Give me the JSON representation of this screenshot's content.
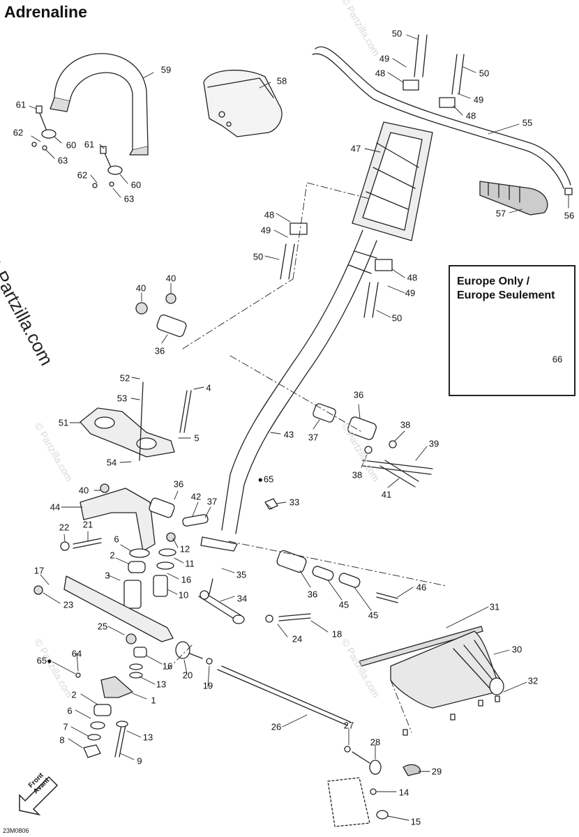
{
  "title": "Adrenaline",
  "watermark": "© Partzilla.com",
  "europe": {
    "line1": "Europe Only /",
    "line2": "Europe Seulement"
  },
  "front": {
    "line1": "Front",
    "line2": "Avant"
  },
  "diagram_code": "23M0806",
  "callouts": {
    "c59": "59",
    "c58": "58",
    "c61a": "61",
    "c62a": "62",
    "c60a": "60",
    "c63a": "63",
    "c61b": "61",
    "c62b": "62",
    "c60b": "60",
    "c63b": "63",
    "c50a": "50",
    "c49a": "49",
    "c48a": "48",
    "c50b": "50",
    "c49b": "49",
    "c48b": "48",
    "c55": "55",
    "c47": "47",
    "c57": "57",
    "c56": "56",
    "c48c": "48",
    "c49c": "49",
    "c50c": "50",
    "c48d": "48",
    "c49d": "49",
    "c50d": "50",
    "c40a": "40",
    "c40b": "40",
    "c36a": "36",
    "c66": "66",
    "c52": "52",
    "c53": "53",
    "c4": "4",
    "c51": "51",
    "c5": "5",
    "c54": "54",
    "c43": "43",
    "c36b": "36",
    "c37a": "37",
    "c38a": "38",
    "c39": "39",
    "c38b": "38",
    "c41": "41",
    "c40c": "40",
    "c36c": "36",
    "c44": "44",
    "c42": "42",
    "c37b": "37",
    "c65a": "65",
    "c33": "33",
    "c22": "22",
    "c21": "21",
    "c6a": "6",
    "c12": "12",
    "c2a": "2",
    "c11": "11",
    "c17": "17",
    "c3": "3",
    "c16a": "16",
    "c35": "35",
    "c10": "10",
    "c36d": "36",
    "c45a": "45",
    "c45b": "45",
    "c46": "46",
    "c23": "23",
    "c34": "34",
    "c25": "25",
    "c31": "31",
    "c30": "30",
    "c24": "24",
    "c18": "18",
    "c16b": "16",
    "c65b": "65",
    "c64": "64",
    "c20": "20",
    "c13a": "13",
    "c19": "19",
    "c32": "32",
    "c2b": "2",
    "c1": "1",
    "c6b": "6",
    "c26": "26",
    "c27": "27",
    "c7": "7",
    "c13b": "13",
    "c8": "8",
    "c28": "28",
    "c9": "9",
    "c29": "29",
    "c14": "14",
    "c15": "15"
  }
}
